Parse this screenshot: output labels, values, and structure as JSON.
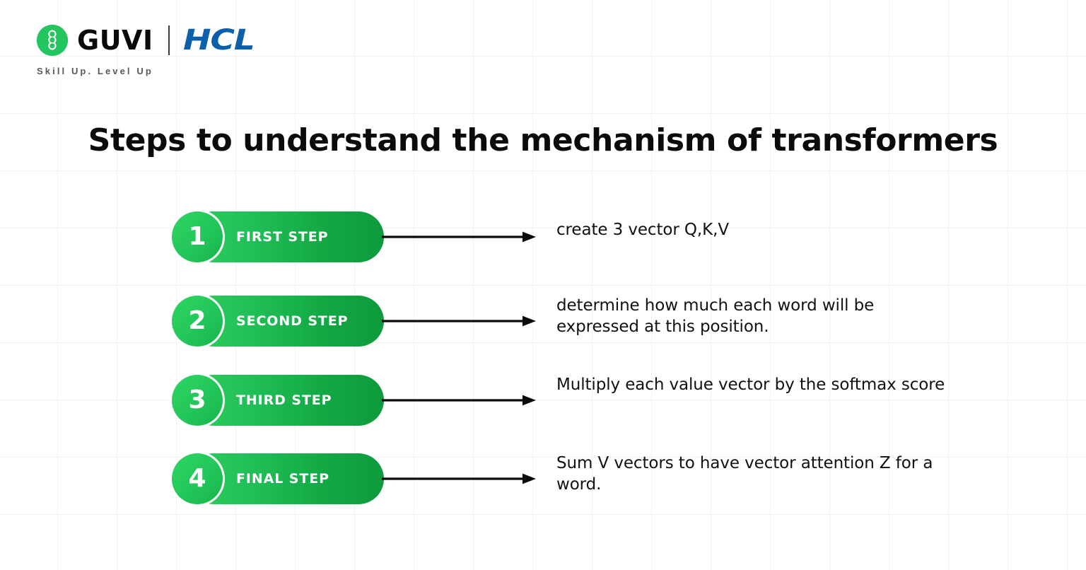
{
  "brand": {
    "logo_icon": "guvi-g-mark-icon",
    "guvi_name": "GUVI",
    "partner_name": "HCL",
    "tagline": "Skill Up. Level Up",
    "guvi_green": "#22c55e",
    "hcl_blue": "#0b5fab"
  },
  "title": "Steps to understand the mechanism of transformers",
  "steps": [
    {
      "number": "1",
      "label": "FIRST STEP",
      "description": "create 3 vector Q,K,V",
      "arrow_icon": "arrow-right-icon",
      "lines": 1
    },
    {
      "number": "2",
      "label": "SECOND STEP",
      "description": "determine how much each word will be expressed at this position.",
      "arrow_icon": "arrow-right-icon",
      "lines": 2
    },
    {
      "number": "3",
      "label": "THIRD STEP",
      "description": "Multiply each value vector by the softmax score",
      "arrow_icon": "arrow-right-icon",
      "lines": 2
    },
    {
      "number": "4",
      "label": "FINAL STEP",
      "description": "Sum V vectors to have vector attention Z for a word.",
      "arrow_icon": "arrow-right-icon",
      "lines": 2
    }
  ],
  "theme": {
    "pill_gradient_start": "#2ecf5d",
    "pill_gradient_end": "#0e9a3c",
    "background": "#ffffff",
    "grid_line": "#f1f1f3",
    "text_color": "#111111"
  }
}
